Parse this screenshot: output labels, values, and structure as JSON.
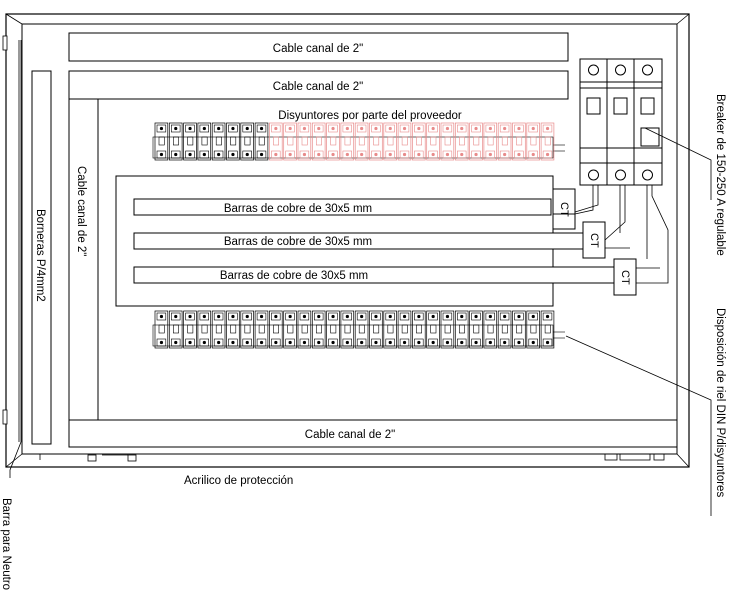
{
  "labels": {
    "cable_top1": "Cable canal de 2\"",
    "cable_top2": "Cable canal de 2\"",
    "cable_left": "Cable canal de 2\"",
    "cable_bottom": "Cable canal de 2\"",
    "borneras": "Borneras P/4mm2",
    "disyuntores": "Disyuntores por parte del proveedor",
    "barra1": "Barras de cobre de 30x5 mm",
    "barra2": "Barras de cobre de 30x5 mm",
    "barra3": "Barras de cobre de 30x5 mm",
    "ct1": "CT",
    "ct2": "CT",
    "ct3": "CT",
    "acrilico": "Acrilico de protección",
    "breaker_note": "Breaker de 150-250 A regulable",
    "riel_note": "Disposición de riel DIN P/disyuntores",
    "neutro_note": "Barra para Neutro"
  },
  "colors": {
    "line": "#000000",
    "vendor_breakers": "#e88a8a"
  }
}
